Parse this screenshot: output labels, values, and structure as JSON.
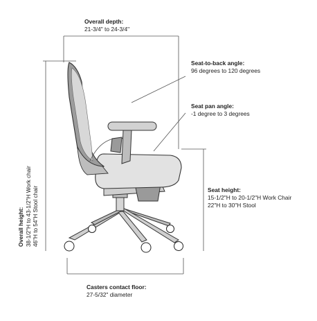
{
  "labels": {
    "depth": {
      "title": "Overall depth:",
      "value": "21-3/4\" to 24-3/4\""
    },
    "seat_back": {
      "title": "Seat-to-back angle:",
      "value": "96 degrees to 120 degrees"
    },
    "seat_pan": {
      "title": "Seat pan angle:",
      "value": "-1 degree to 3 degrees"
    },
    "seat_height": {
      "title": "Seat height:",
      "value1": "15-1/2\"H to 20-1/2\"H Work Chair",
      "value2": "22\"H to 30\"H Stool"
    },
    "overall_height": {
      "title": "Overall height:",
      "value1": "38-1/2\"H to 43-1/2\"H Work chair",
      "value2": "46\"H to 54\"H Stool chair"
    },
    "casters": {
      "title": "Casters contact floor:",
      "value": "27-5/32\" diameter"
    }
  },
  "colors": {
    "line": "#444444",
    "chair_fill": "#dcdcdc",
    "chair_dark": "#8a8a8a",
    "text": "#222222"
  }
}
